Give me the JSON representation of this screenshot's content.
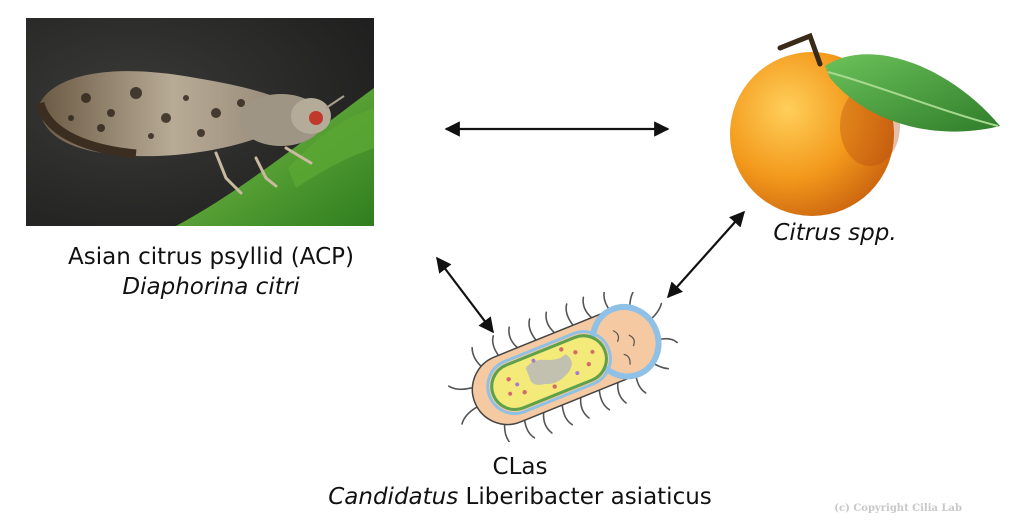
{
  "psyllid": {
    "common_name": "Asian citrus psyllid (ACP)",
    "scientific_name": "Diaphorina citri"
  },
  "citrus": {
    "name": "Citrus spp."
  },
  "bacterium": {
    "abbreviation": "CLas",
    "name_italic": "Candidatus",
    "name_rest": " Liberibacter asiaticus"
  },
  "copyright": "(c) Copyright Cilia Lab",
  "colors": {
    "arrow": "#111111",
    "orange": "#f39a1c",
    "leaf": "#3f9a3a",
    "cell_outer": "#f5c9a1",
    "cell_membrane": "#8fc1e6",
    "cytoplasm": "#f3ea7a"
  }
}
